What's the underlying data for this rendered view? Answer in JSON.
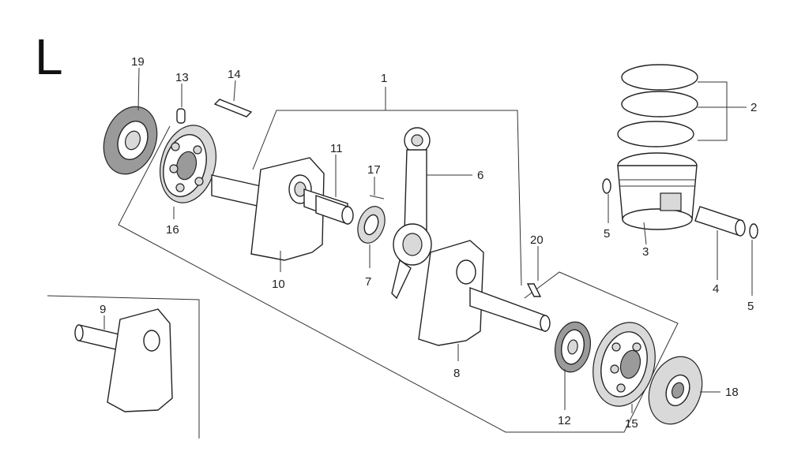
{
  "section_letter": "L",
  "callouts": {
    "c1": "1",
    "c2": "2",
    "c3": "3",
    "c4": "4",
    "c5a": "5",
    "c5b": "5",
    "c6": "6",
    "c7": "7",
    "c8": "8",
    "c9": "9",
    "c10": "10",
    "c11": "11",
    "c12": "12",
    "c13": "13",
    "c14": "14",
    "c15": "15",
    "c16": "16",
    "c17": "17",
    "c18": "18",
    "c19": "19",
    "c20": "20"
  }
}
